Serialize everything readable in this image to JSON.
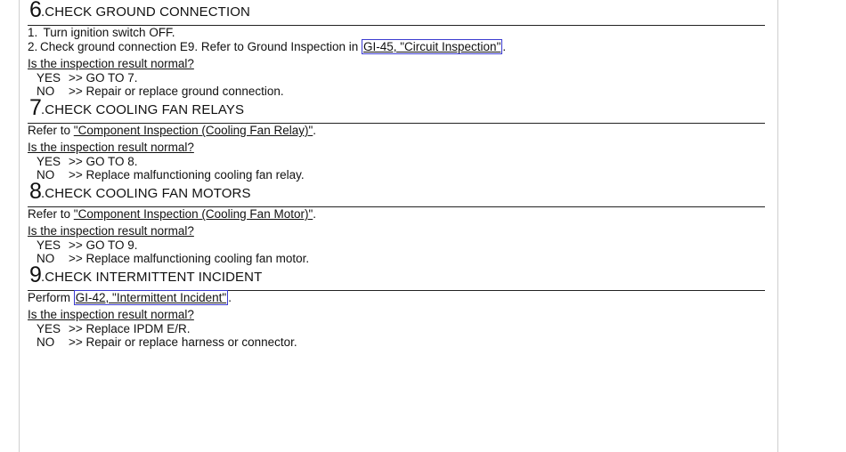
{
  "steps": [
    {
      "number": "6",
      "title": ".CHECK GROUND CONNECTION",
      "items": [
        {
          "n": "1.",
          "text": "Turn ignition switch OFF."
        },
        {
          "n": "2.",
          "text": "Check ground connection E9. Refer to Ground Inspection in ",
          "link": "GI-45, \"Circuit Inspection\"",
          "after": "."
        }
      ],
      "question": "Is the inspection result normal?",
      "yes": {
        "key": "YES",
        "text": ">> GO TO 7."
      },
      "no": {
        "key": "NO",
        "text": ">> Repair or replace ground connection."
      }
    },
    {
      "number": "7",
      "title": ".CHECK COOLING FAN RELAYS",
      "refer": {
        "pre": "Refer to ",
        "link": "\"Component Inspection (Cooling Fan Relay)\"",
        "after": "."
      },
      "question": "Is the inspection result normal?",
      "yes": {
        "key": "YES",
        "text": ">> GO TO 8."
      },
      "no": {
        "key": "NO",
        "text": ">> Replace malfunctioning cooling fan relay."
      }
    },
    {
      "number": "8",
      "title": ".CHECK COOLING FAN MOTORS",
      "refer": {
        "pre": "Refer to ",
        "link": "\"Component Inspection (Cooling Fan Motor)\"",
        "after": "."
      },
      "question": "Is the inspection result normal?",
      "yes": {
        "key": "YES",
        "text": ">> GO TO 9."
      },
      "no": {
        "key": "NO",
        "text": ">> Replace malfunctioning cooling fan motor."
      }
    },
    {
      "number": "9",
      "title": ".CHECK INTERMITTENT INCIDENT",
      "refer": {
        "pre": "Perform ",
        "link": "GI-42, \"Intermittent Incident\"",
        "after": "."
      },
      "question": "Is the inspection result normal?",
      "yes": {
        "key": "YES",
        "text": ">> Replace IPDM E/R."
      },
      "no": {
        "key": "NO",
        "text": ">> Repair or replace harness or connector."
      }
    }
  ],
  "colors": {
    "link_box": "#3a3ad0",
    "rule": "#222222"
  }
}
